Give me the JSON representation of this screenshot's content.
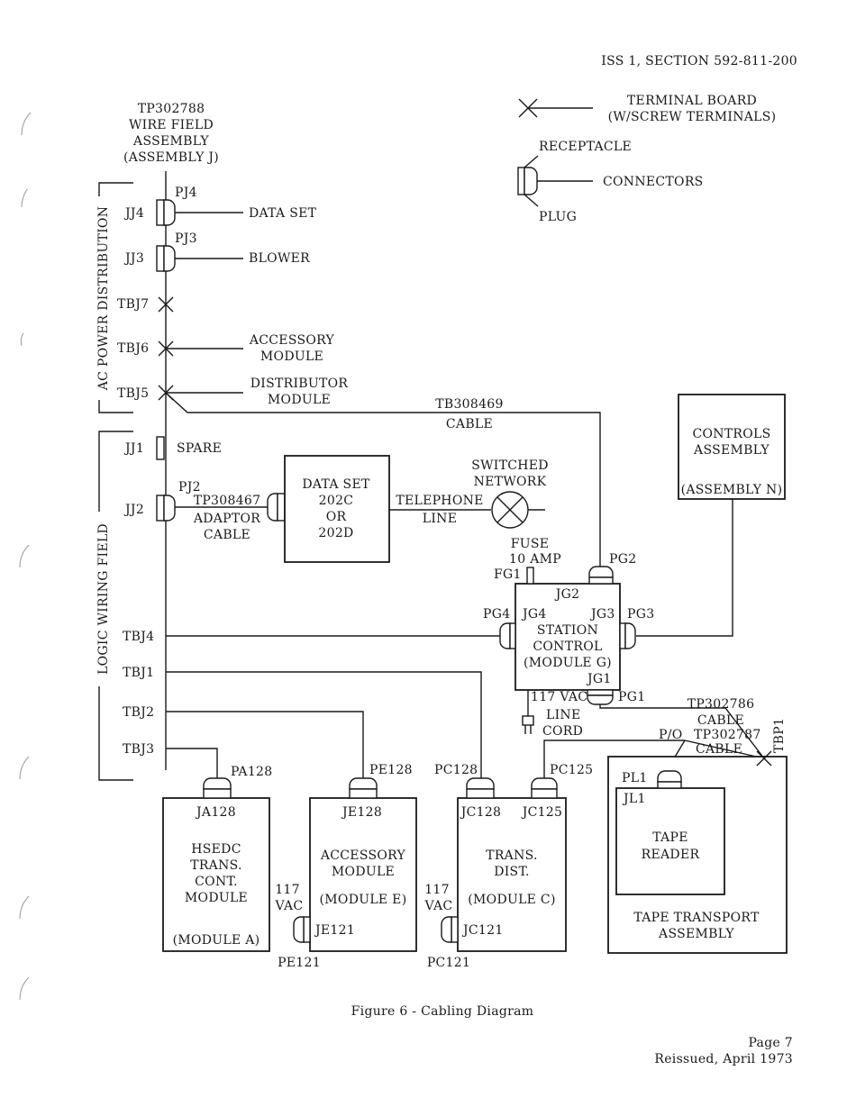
{
  "header": "ISS 1, SECTION 592-811-200",
  "legend": {
    "terminal_board": "TERMINAL BOARD",
    "terminal_board_note": "(W/SCREW TERMINALS)",
    "receptacle": "RECEPTACLE",
    "connectors": "CONNECTORS",
    "plug": "PLUG"
  },
  "wire_field": {
    "part_number": "TP302788",
    "line1": "WIRE FIELD",
    "line2": "ASSEMBLY",
    "line3": "(ASSEMBLY J)"
  },
  "group_labels": {
    "ac_power": "AC POWER DISTRIBUTION",
    "logic": "LOGIC WIRING FIELD"
  },
  "connectors": {
    "jj4": "JJ4",
    "pj4": "PJ4",
    "jj3": "JJ3",
    "pj3": "PJ3",
    "tbj7": "TBJ7",
    "tbj6": "TBJ6",
    "tbj5": "TBJ5",
    "jj1": "JJ1",
    "jj2": "JJ2",
    "pj2": "PJ2",
    "tbj4": "TBJ4",
    "tbj1": "TBJ1",
    "tbj2": "TBJ2",
    "tbj3": "TBJ3"
  },
  "ac_loads": {
    "data_set": "DATA SET",
    "blower": "BLOWER",
    "accessory1": "ACCESSORY",
    "accessory2": "MODULE",
    "distributor1": "DISTRIBUTOR",
    "distributor2": "MODULE",
    "spare": "SPARE"
  },
  "cables": {
    "tb308469": "TB308469",
    "tb308469_cable": "CABLE",
    "tp308467": "TP308467",
    "adaptor": "ADAPTOR",
    "adaptor_cable": "CABLE",
    "telephone": "TELEPHONE",
    "line": "LINE",
    "tp302786": "TP302786",
    "tp302786_cable": "CABLE",
    "po": "P/O",
    "tp302787": "TP302787",
    "tp302787_cable": "CABLE"
  },
  "data_set_module": {
    "line1": "DATA SET",
    "line2": "202C",
    "line3": "OR",
    "line4": "202D"
  },
  "switched_network": {
    "line1": "SWITCHED",
    "line2": "NETWORK"
  },
  "controls": {
    "line1": "CONTROLS",
    "line2": "ASSEMBLY",
    "line3": "(ASSEMBLY N)"
  },
  "station_control": {
    "fuse": "FUSE",
    "fuse_rating": "10 AMP",
    "fg1": "FG1",
    "pg2": "PG2",
    "jg2": "JG2",
    "pg4": "PG4",
    "jg4": "JG4",
    "jg3": "JG3",
    "pg3": "PG3",
    "line1": "STATION",
    "line2": "CONTROL",
    "line3": "(MODULE G)",
    "jg1": "JG1",
    "pg1": "PG1",
    "vac": "117 VAC",
    "line_cord1": "LINE",
    "line_cord2": "CORD"
  },
  "tbp1": "TBP1",
  "module_a": {
    "pa": "PA128",
    "ja": "JA128",
    "line1": "HSEDC",
    "line2": "TRANS.",
    "line3": "CONT.",
    "line4": "MODULE",
    "line5": "(MODULE A)"
  },
  "module_e": {
    "pe": "PE128",
    "je": "JE128",
    "line1": "ACCESSORY",
    "line2": "MODULE",
    "line3": "(MODULE E)",
    "je121": "JE121",
    "pe121": "PE121",
    "vac1": "117",
    "vac2": "VAC"
  },
  "module_c": {
    "pc128": "PC128",
    "pc125": "PC125",
    "jc128": "JC128",
    "jc125": "JC125",
    "line1": "TRANS.",
    "line2": "DIST.",
    "line3": "(MODULE C)",
    "jc121": "JC121",
    "pc121": "PC121",
    "vac1": "117",
    "vac2": "VAC"
  },
  "tape": {
    "pl1": "PL1",
    "jl1": "JL1",
    "reader1": "TAPE",
    "reader2": "READER",
    "assembly1": "TAPE TRANSPORT",
    "assembly2": "ASSEMBLY"
  },
  "caption": "Figure 6 - Cabling Diagram",
  "footer": {
    "page": "Page 7",
    "reissued": "Reissued, April 1973"
  }
}
